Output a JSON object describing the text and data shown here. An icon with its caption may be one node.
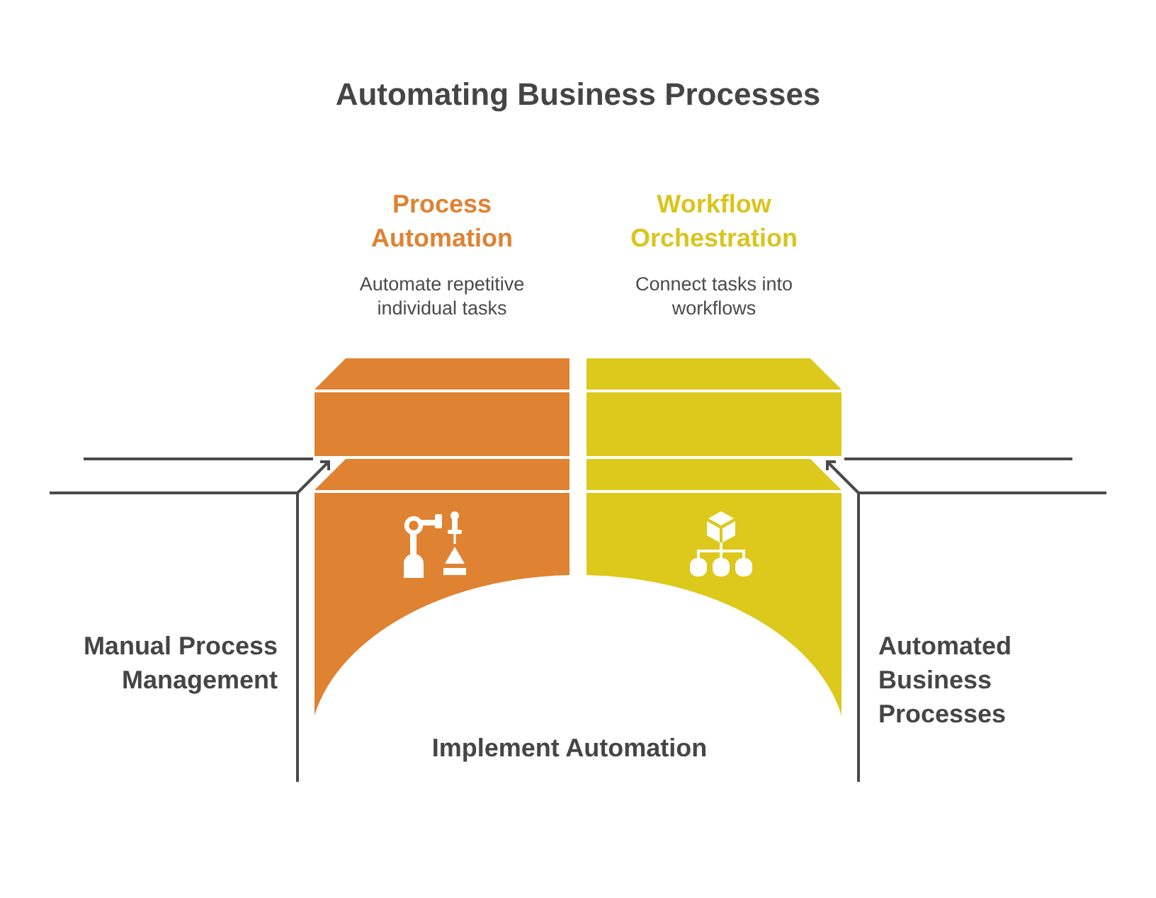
{
  "diagram": {
    "title": "Automating Business Processes",
    "nodes": [
      {
        "text": [
          "Process Automation",
          "Automate repetitive individual tasks"
        ]
      },
      {
        "text": [
          "Workflow Orchestration",
          "Connect tasks into workflows"
        ]
      }
    ],
    "labels": [
      "Manual Process Management",
      "Automated Business Processes",
      "Implement Automation"
    ]
  }
}
